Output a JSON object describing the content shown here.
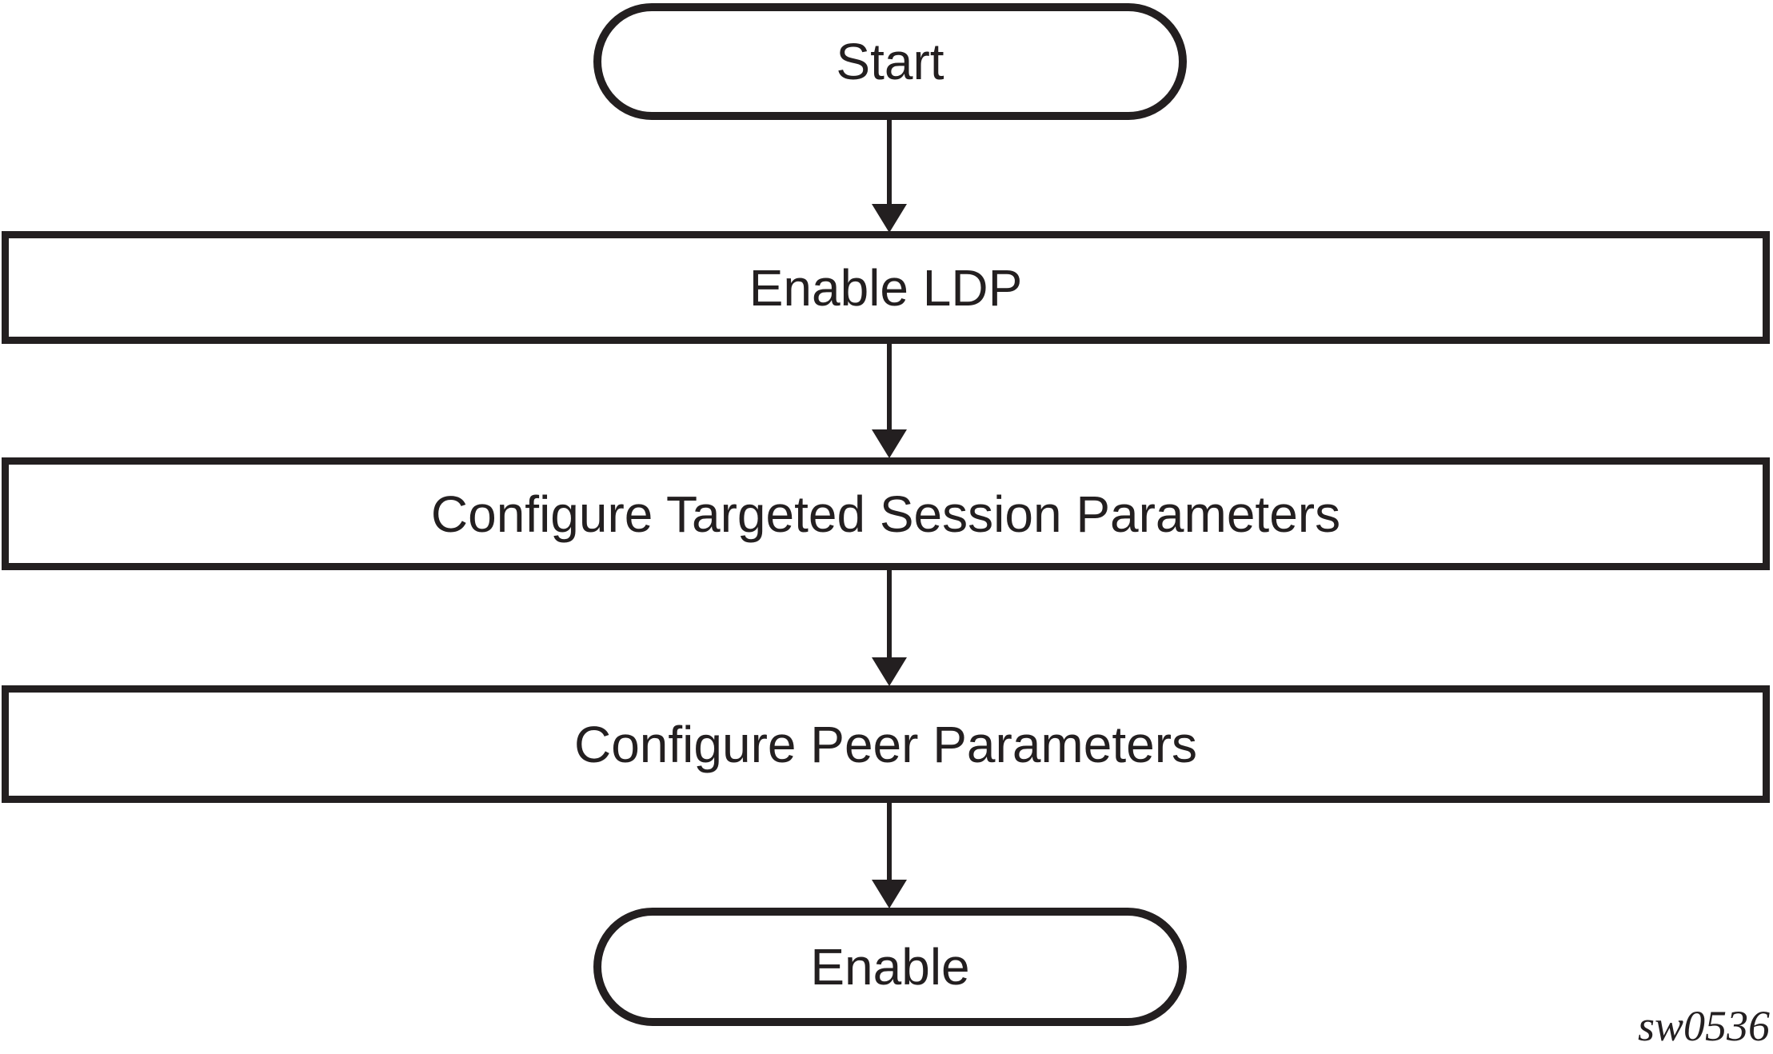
{
  "diagram": {
    "type": "flowchart",
    "background": "#ffffff",
    "stroke_color": "#231f20",
    "text_color": "#231f20",
    "nodes": [
      {
        "id": "start",
        "shape": "stadium",
        "label": "Start"
      },
      {
        "id": "enable-ldp",
        "shape": "process",
        "label": "Enable LDP"
      },
      {
        "id": "configure-targeted-session-parameters",
        "shape": "process",
        "label": "Configure Targeted Session Parameters"
      },
      {
        "id": "configure-peer-parameters",
        "shape": "process",
        "label": "Configure Peer Parameters"
      },
      {
        "id": "enable",
        "shape": "stadium",
        "label": "Enable"
      }
    ],
    "connectors": [
      {
        "from": "start",
        "to": "enable-ldp",
        "direction": "down"
      },
      {
        "from": "enable-ldp",
        "to": "configure-targeted-session-parameters",
        "direction": "down"
      },
      {
        "from": "configure-targeted-session-parameters",
        "to": "configure-peer-parameters",
        "direction": "down"
      },
      {
        "from": "configure-peer-parameters",
        "to": "enable",
        "direction": "down"
      }
    ],
    "figure_label": "sw0536"
  }
}
